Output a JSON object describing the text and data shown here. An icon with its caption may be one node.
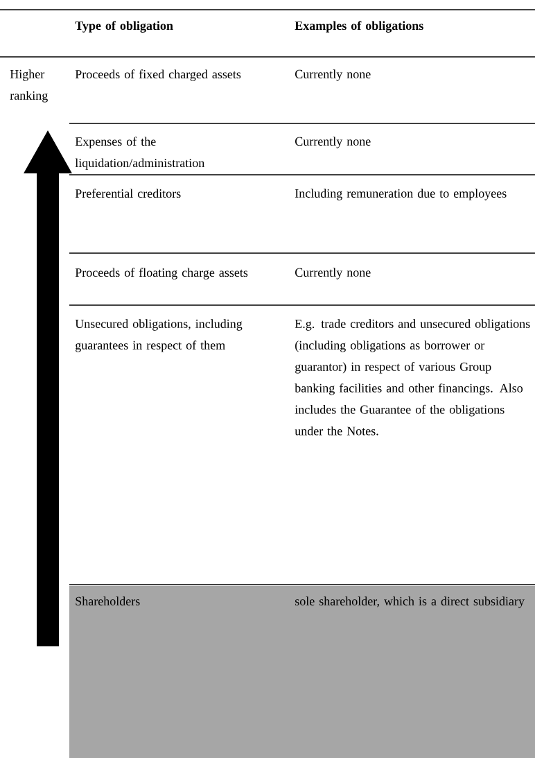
{
  "diagram": {
    "labels": [
      "Type of obligation",
      "Examples of obligations",
      "Higher ranking",
      "Proceeds of fixed charged assets",
      "Currently none",
      "Expenses of the liquidation/administration",
      "Currently none",
      "Preferential creditors",
      "Including remuneration due to employees",
      "Proceeds of floating charge assets",
      "Currently none",
      "Unsecured obligations, including guarantees in respect of them",
      "E.g. trade creditors and unsecured obligations (including obligations as borrower or guarantor) in respect of various Group banking facilities and other financings. Also includes the Guarantee of the obligations under the Notes.",
      "Shareholders",
      "sole shareholder, which is a direct subsidiary"
    ]
  }
}
